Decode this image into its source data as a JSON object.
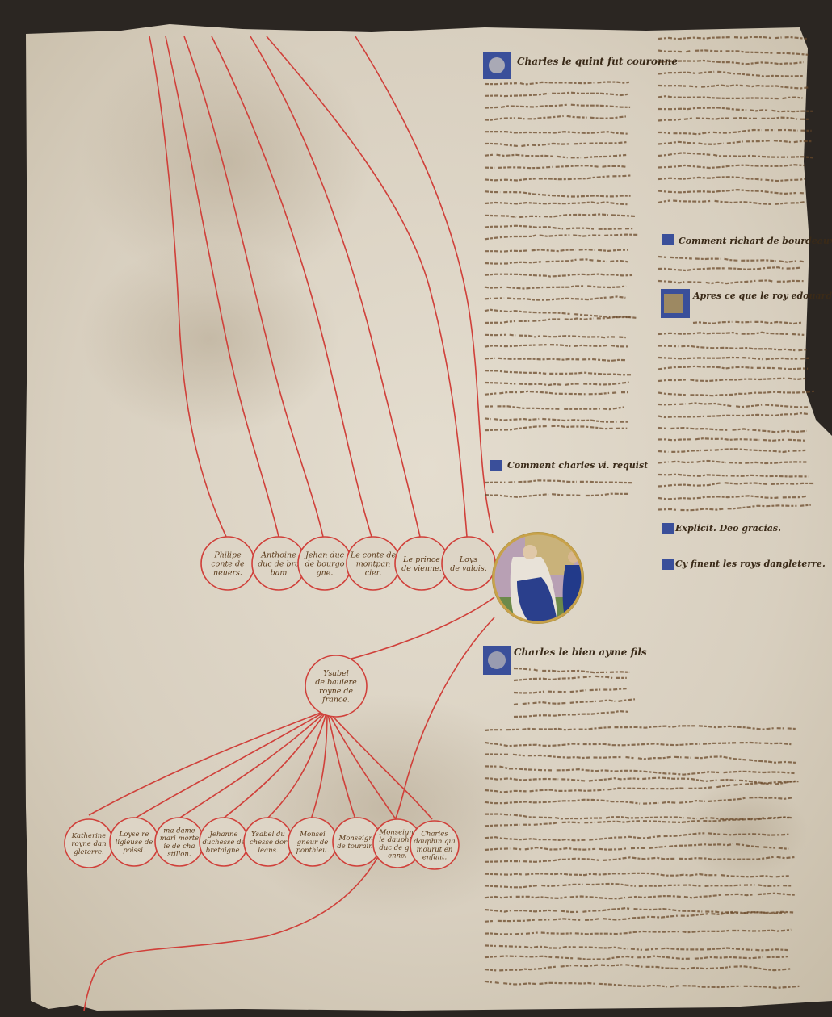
{
  "roundels_upper": [
    {
      "id": "philippe",
      "lines": [
        "Philipe",
        "conte de",
        "neuers."
      ]
    },
    {
      "id": "anthoine",
      "lines": [
        "Anthoine",
        "duc de bra",
        "bam"
      ]
    },
    {
      "id": "jehan",
      "lines": [
        "Jehan duc",
        "de bourgo",
        "gne."
      ]
    },
    {
      "id": "montpancier",
      "lines": [
        "Le conte de",
        "montpan",
        "cier."
      ]
    },
    {
      "id": "vienne",
      "lines": [
        "Le prince",
        "de vienne."
      ]
    },
    {
      "id": "loys",
      "lines": [
        "Loys",
        "de valois."
      ]
    }
  ],
  "roundel_queen": {
    "id": "ysabel",
    "lines": [
      "Ysabel",
      "de bauiere",
      "royne de",
      "france."
    ]
  },
  "roundels_lower": [
    {
      "id": "katherine",
      "lines": [
        "Katherine",
        "royne dan",
        "gleterre."
      ]
    },
    {
      "id": "loyse",
      "lines": [
        "Loyse re",
        "ligieuse de",
        "poissi."
      ]
    },
    {
      "id": "marie",
      "lines": [
        "ma dame",
        "mari morte",
        "ie de cha",
        "stillon."
      ]
    },
    {
      "id": "jehanne",
      "lines": [
        "Jehanne",
        "duchesse de",
        "bretaigne."
      ]
    },
    {
      "id": "ysabel2",
      "lines": [
        "Ysabel du",
        "chesse dor",
        "leans."
      ]
    },
    {
      "id": "ponthieu",
      "lines": [
        "Monsei",
        "gneur de",
        "ponthieu."
      ]
    },
    {
      "id": "touraine",
      "lines": [
        "Monseign.",
        "de touraine"
      ]
    },
    {
      "id": "dauphin",
      "lines": [
        "Monseign.",
        "le dauphin",
        "duc de gui",
        "enne."
      ]
    },
    {
      "id": "charles",
      "lines": [
        "Charles",
        "dauphin qui",
        "mourut en",
        "enfant."
      ]
    }
  ],
  "text_blocks": {
    "col1_top_heading": "Charles le quint fut couronne",
    "col2_heading1": "Comment richart de bourdeaux fut fait roy dangleterre",
    "col2_heading2": "Apres ce que le roy edouard",
    "col1_mid_heading": "Comment charles vi. requist",
    "col2_end1": "Explicit. Deo gracias.",
    "col2_end2": "Cy finent les roys dangleterre.",
    "col1_low_heading": "Charles le bien ayme fils"
  },
  "colors": {
    "parchment": "#d9d2c3",
    "red_line": "#d0403a",
    "ink": "#5a3a1a",
    "blue_initial": "#3a4f9a",
    "border_dark": "#2b2622"
  }
}
